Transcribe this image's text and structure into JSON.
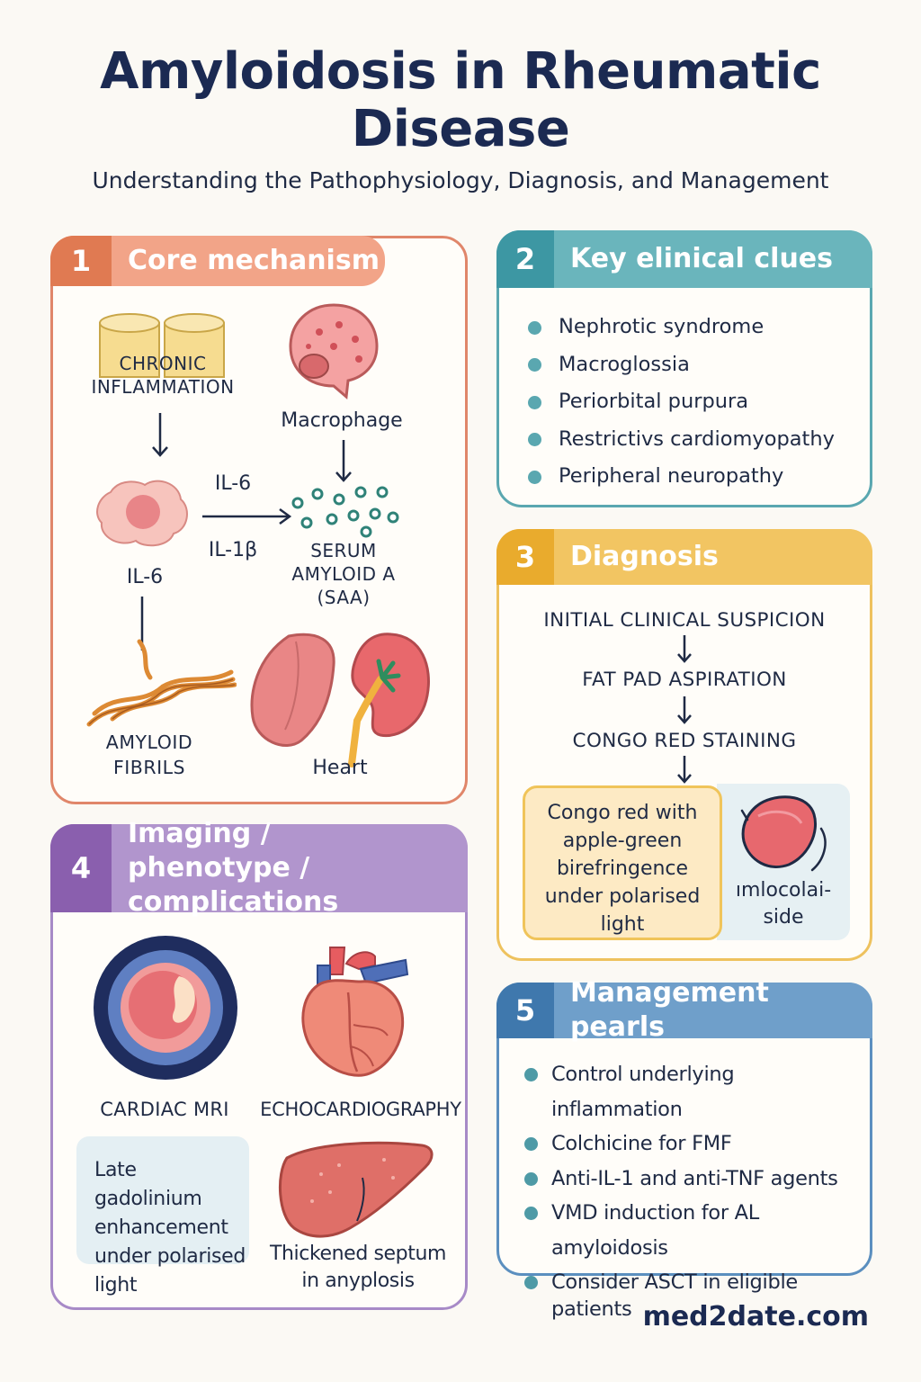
{
  "page": {
    "title": "Amyloidosis in Rheumatic Disease",
    "subtitle": "Understanding the Pathophysiology, Diagnosis, and Management",
    "footer": "med2date.com"
  },
  "panel1": {
    "number": "1",
    "heading": "Core mechanism",
    "chronic_inflammation": "CHRONIC INFLAMMATION",
    "macrophage": "Macrophage",
    "il6_arrow": "IL-6",
    "il1b_arrow": "IL-1β",
    "il6_cell": "IL-6",
    "saa": "SERUM AMYLOID A (SAA)",
    "fibrils": "AMYLOID FIBRILS",
    "heart": "Heart"
  },
  "panel2": {
    "number": "2",
    "heading": "Key elinical clues",
    "items": [
      "Nephrotic syndrome",
      "Macroglossia",
      "Periorbital purpura",
      "Restrictivs cardiomyopathy",
      "Peripheral neuropathy"
    ]
  },
  "panel3": {
    "number": "3",
    "heading": "Diagnosis",
    "steps": [
      "INITIAL CLINICAL SUSPICION",
      "FAT PAD ASPIRATION",
      "CONGO RED STAINING"
    ],
    "congo_box": "Congo red with apple-green birefringence under polarised light",
    "side_label": "ımlocolai-side"
  },
  "panel4": {
    "number": "4",
    "heading": "Imaging / phenotype / complications",
    "cardiac_mri": "CARDIAC MRI",
    "echo": "ECHOCARDIOGRAPHY",
    "lge_box": "Late gadolinium enhancement under polarised light",
    "thickened": "Thickened septum in anyplosis"
  },
  "panel5": {
    "number": "5",
    "heading": "Management pearls",
    "items": [
      "Control underlying inflammation",
      "Colchicine for FMF",
      "Anti-IL-1 and anti-TNF agents",
      "VMD induction for AL amyloidosis",
      "Consider ASCT in eligible patients"
    ]
  }
}
